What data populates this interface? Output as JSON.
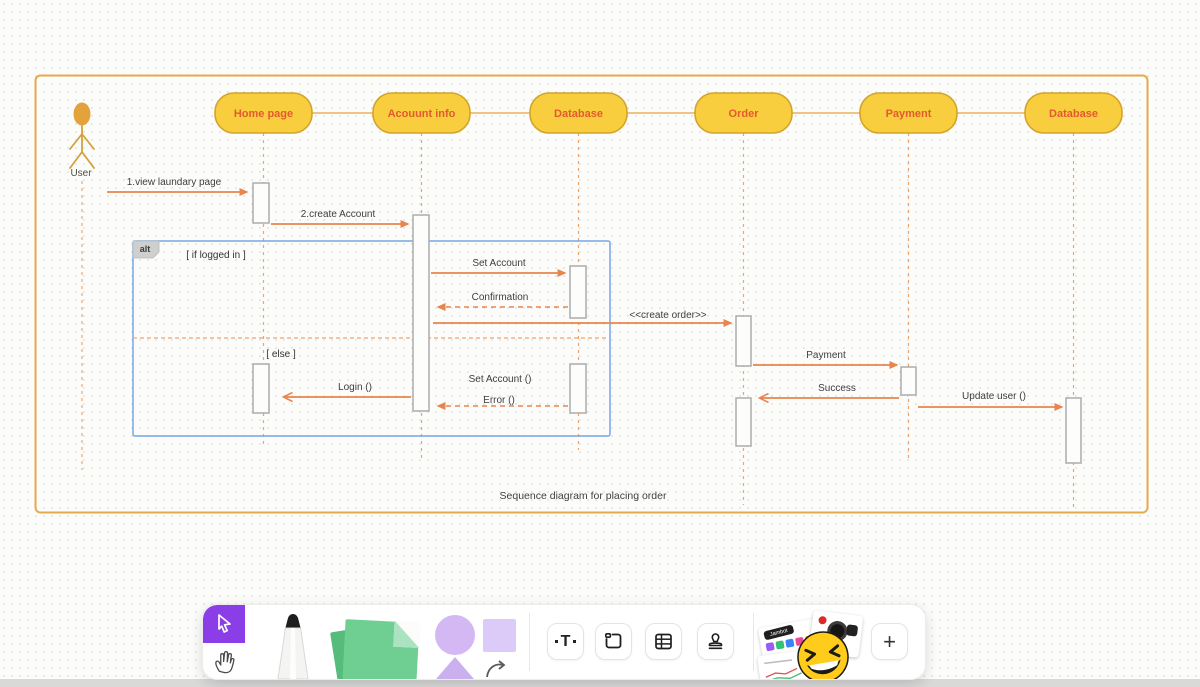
{
  "frame": {
    "caption": "Sequence  diagram for placing order"
  },
  "actor": {
    "label": "User"
  },
  "nodes": [
    {
      "label": "Home page"
    },
    {
      "label": "Acouunt info"
    },
    {
      "label": "Database"
    },
    {
      "label": "Order"
    },
    {
      "label": "Payment"
    },
    {
      "label": "Database"
    }
  ],
  "fragment": {
    "operator": "alt",
    "guard_if": "[ if logged in ]",
    "guard_else": "[ else ]"
  },
  "messages": {
    "view_page": "1.view laundary page",
    "create_account": "2.create Account",
    "set_account": "Set Account",
    "confirmation": "Confirmation",
    "create_order": "<<create order>>",
    "login": "Login ()",
    "set_account_else": "Set Account ()",
    "error": "Error ()",
    "payment": "Payment",
    "success": "Success",
    "update_user": "Update user ()"
  },
  "colors": {
    "node_fill": "#F8CE3F",
    "node_border": "#D2A42C",
    "node_text": "#E25A2D",
    "arrow_orange": "#E8854E",
    "lifeline_orange": "#EDA56B",
    "frame_border": "#E5A94E",
    "fragment_border": "#74A7E8",
    "activation_border": "#ACACAC",
    "accent_purple": "#8B3DE8",
    "sticky_green": "#6FCF92",
    "shape_lavender": "#D3B8F4"
  },
  "toolbar": {
    "active_tool": "select",
    "tools": [
      "select",
      "hand",
      "marker",
      "sticky-note",
      "shapes",
      "connector",
      "text",
      "section",
      "table",
      "stamp",
      "stickers",
      "more"
    ],
    "jambot_label": "Jambot",
    "more_label": "+"
  }
}
